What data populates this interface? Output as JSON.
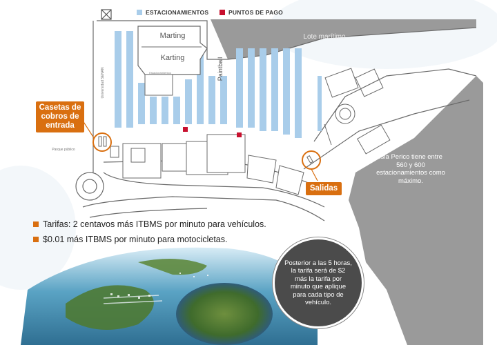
{
  "legend": {
    "parking_label": "ESTACIONAMIENTOS",
    "payment_label": "PUNTOS DE PAGO",
    "parking_color": "#a9cdea",
    "payment_color": "#c8102e"
  },
  "map": {
    "marting": "Marting",
    "karting": "Karting",
    "paintball": "Paintball",
    "lote_maritimo": "Lote marítimo",
    "estacionamientos_small": "Estacionamientos",
    "universidad": "Universidad SENAN",
    "parque": "Parque público"
  },
  "callouts": {
    "entrance": "Casetas de cobros de entrada",
    "exits": "Salidas"
  },
  "rates": [
    "Tarifas: 2 centavos más ITBMS por minuto para vehículos.",
    "$0.01 más ITBMS por minuto para motocicletas."
  ],
  "info_circle": "Posterior a las 5 horas, la tarifa será de $2 más la tarifa por minuto que aplique para cada tipo de vehículo.",
  "capacity_note": "Isla Perico tiene entre 560 y 600 estacionamientos como máximo.",
  "colors": {
    "accent": "#d96f10",
    "land": "#9a9a9a",
    "parking": "#a9cdea"
  }
}
